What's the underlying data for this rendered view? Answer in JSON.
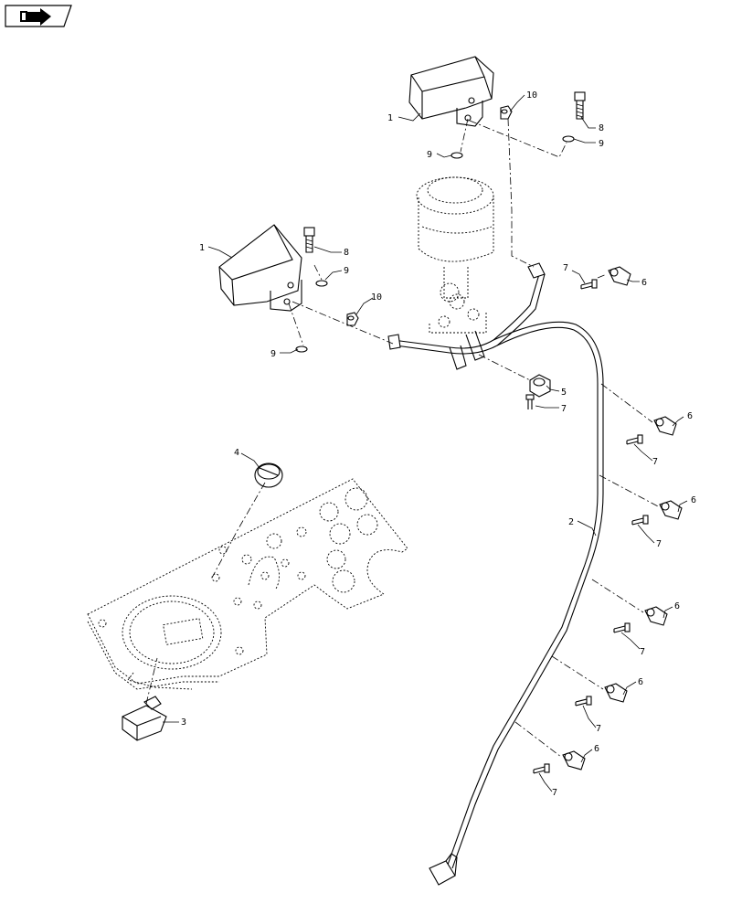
{
  "nav_icon": "back-arrow-icon",
  "callouts": {
    "c1a": "1",
    "c1b": "1",
    "c2": "2",
    "c3": "3",
    "c4": "4",
    "c5": "5",
    "c6a": "6",
    "c6b": "6",
    "c6c": "6",
    "c6d": "6",
    "c6e": "6",
    "c6f": "6",
    "c7a": "7",
    "c7b": "7",
    "c7c": "7",
    "c7d": "7",
    "c7e": "7",
    "c7f": "7",
    "c7g": "7",
    "c8a": "8",
    "c8b": "8",
    "c9a": "9",
    "c9b": "9",
    "c9c": "9",
    "c9d": "9",
    "c10a": "10",
    "c10b": "10"
  }
}
